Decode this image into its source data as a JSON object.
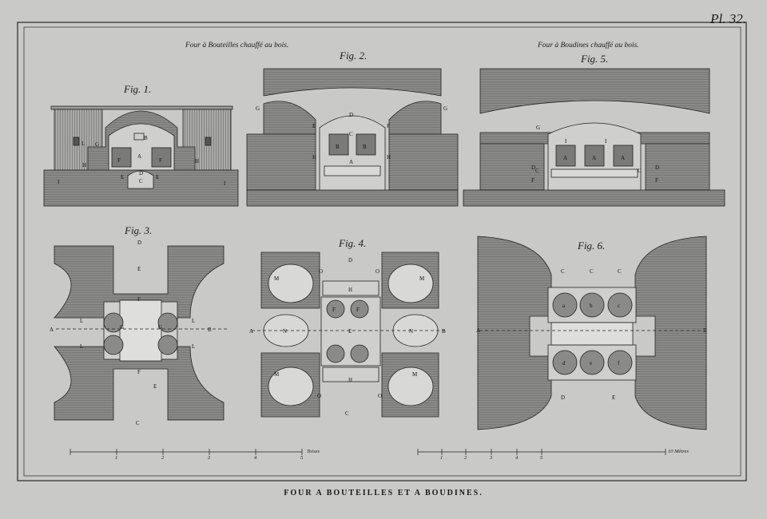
{
  "plate_number": "Pl. 32.",
  "caption_left": "Four à Bouteilles chauffé au bois.",
  "caption_right": "Four à Boudines chauffé au bois.",
  "figures": {
    "fig1": "Fig. 1.",
    "fig2": "Fig. 2.",
    "fig3": "Fig. 3.",
    "fig4": "Fig. 4.",
    "fig5": "Fig. 5.",
    "fig6": "Fig. 6."
  },
  "scale_left": {
    "unit": "Toises",
    "ticks": [
      "1",
      "2",
      "3",
      "4",
      "5"
    ]
  },
  "scale_right": {
    "unit": "10 Mètres",
    "ticks": [
      "1",
      "2",
      "3",
      "4",
      "5"
    ]
  },
  "plate_title": "FOUR A BOUTEILLES ET A BOUDINES.",
  "colors": {
    "paper": "#c9c9c7",
    "ink": "#1e1e1e",
    "hatch": "#6d6d6d"
  }
}
